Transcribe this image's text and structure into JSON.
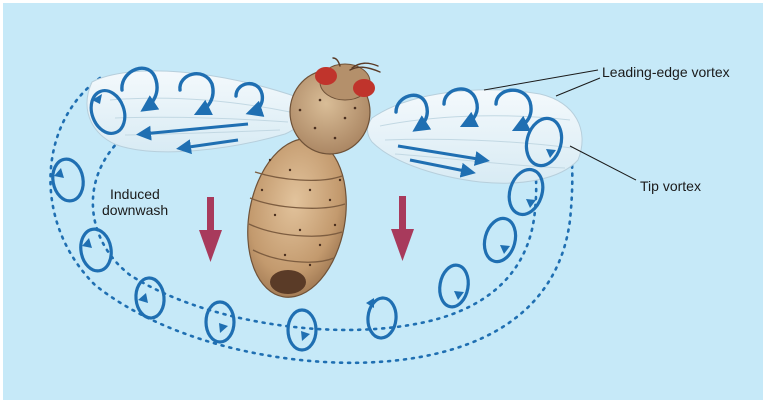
{
  "labels": {
    "leading_edge_vortex": "Leading-edge vortex",
    "tip_vortex": "Tip vortex",
    "induced": "Induced",
    "downwash": "downwash"
  },
  "colors": {
    "background": "#c6e9f8",
    "vortex": "#1f6fb2",
    "downwash_arrow": "#a83a5c",
    "wing": "#e9f3f8",
    "body": "#c9a57c"
  }
}
